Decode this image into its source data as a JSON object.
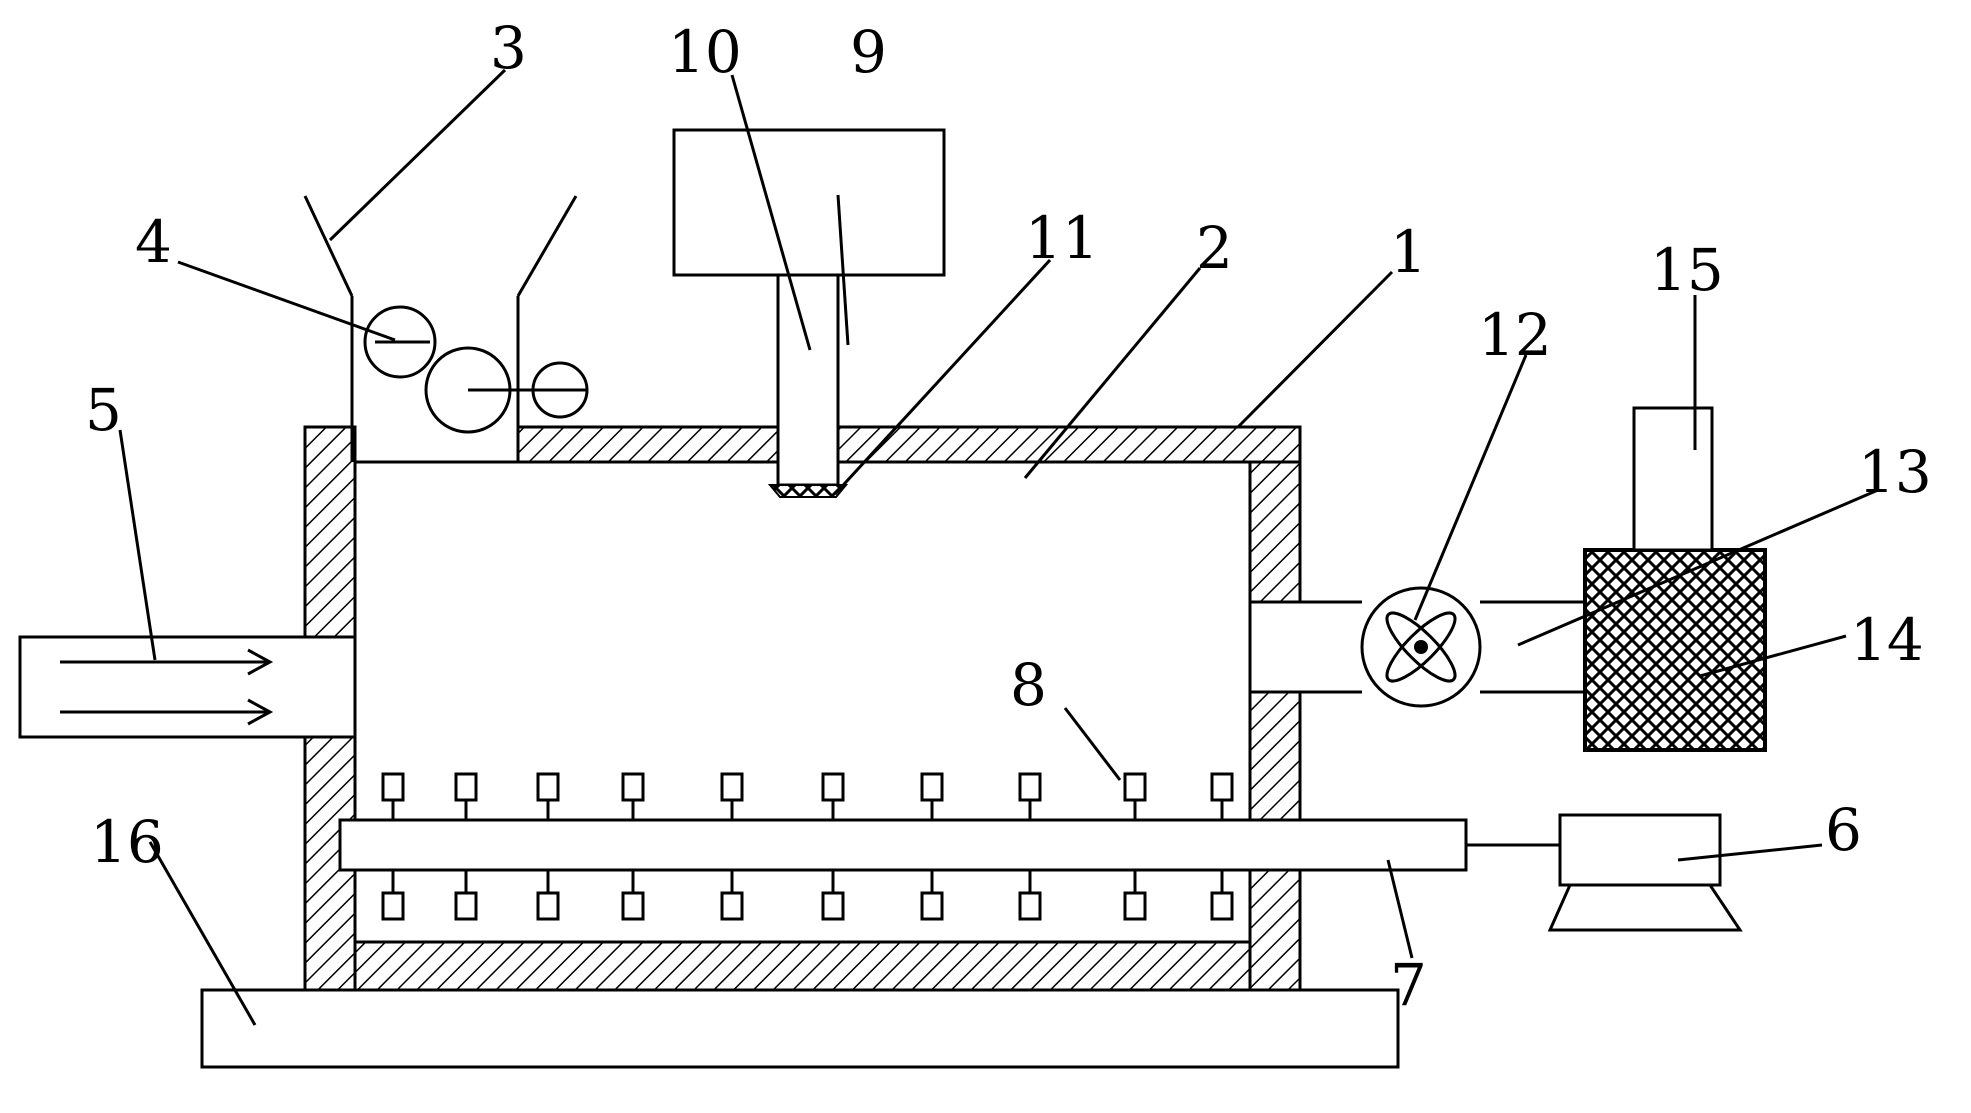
{
  "diagram": {
    "callouts": [
      {
        "id": "c1",
        "text": "1"
      },
      {
        "id": "c2",
        "text": "2"
      },
      {
        "id": "c3",
        "text": "3"
      },
      {
        "id": "c4",
        "text": "4"
      },
      {
        "id": "c5",
        "text": "5"
      },
      {
        "id": "c6",
        "text": "6"
      },
      {
        "id": "c7",
        "text": "7"
      },
      {
        "id": "c8",
        "text": "8"
      },
      {
        "id": "c9",
        "text": "9"
      },
      {
        "id": "c10",
        "text": "10"
      },
      {
        "id": "c11",
        "text": "11"
      },
      {
        "id": "c12",
        "text": "12"
      },
      {
        "id": "c13",
        "text": "13"
      },
      {
        "id": "c14",
        "text": "14"
      },
      {
        "id": "c15",
        "text": "15"
      },
      {
        "id": "c16",
        "text": "16"
      }
    ],
    "colors": {
      "stroke": "#000000",
      "background": "#ffffff"
    }
  }
}
